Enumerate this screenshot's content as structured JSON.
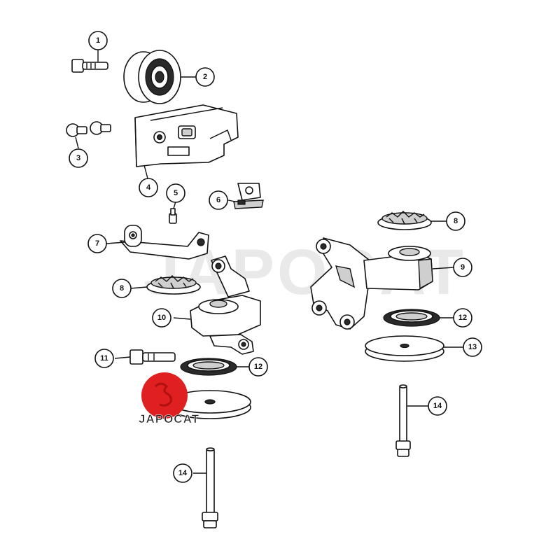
{
  "diagram": {
    "callouts": [
      {
        "label": "1"
      },
      {
        "label": "2"
      },
      {
        "label": "3"
      },
      {
        "label": "4"
      },
      {
        "label": "5"
      },
      {
        "label": "6"
      },
      {
        "label": "7"
      },
      {
        "label": "8"
      },
      {
        "label": "8"
      },
      {
        "label": "9"
      },
      {
        "label": "10"
      },
      {
        "label": "11"
      },
      {
        "label": "12"
      },
      {
        "label": "12"
      },
      {
        "label": "13"
      },
      {
        "label": "14"
      },
      {
        "label": "14"
      }
    ]
  },
  "watermark": {
    "text": "JAPOCAT"
  },
  "logo": {
    "text": "JAPOCAT",
    "color": "#e02020"
  }
}
